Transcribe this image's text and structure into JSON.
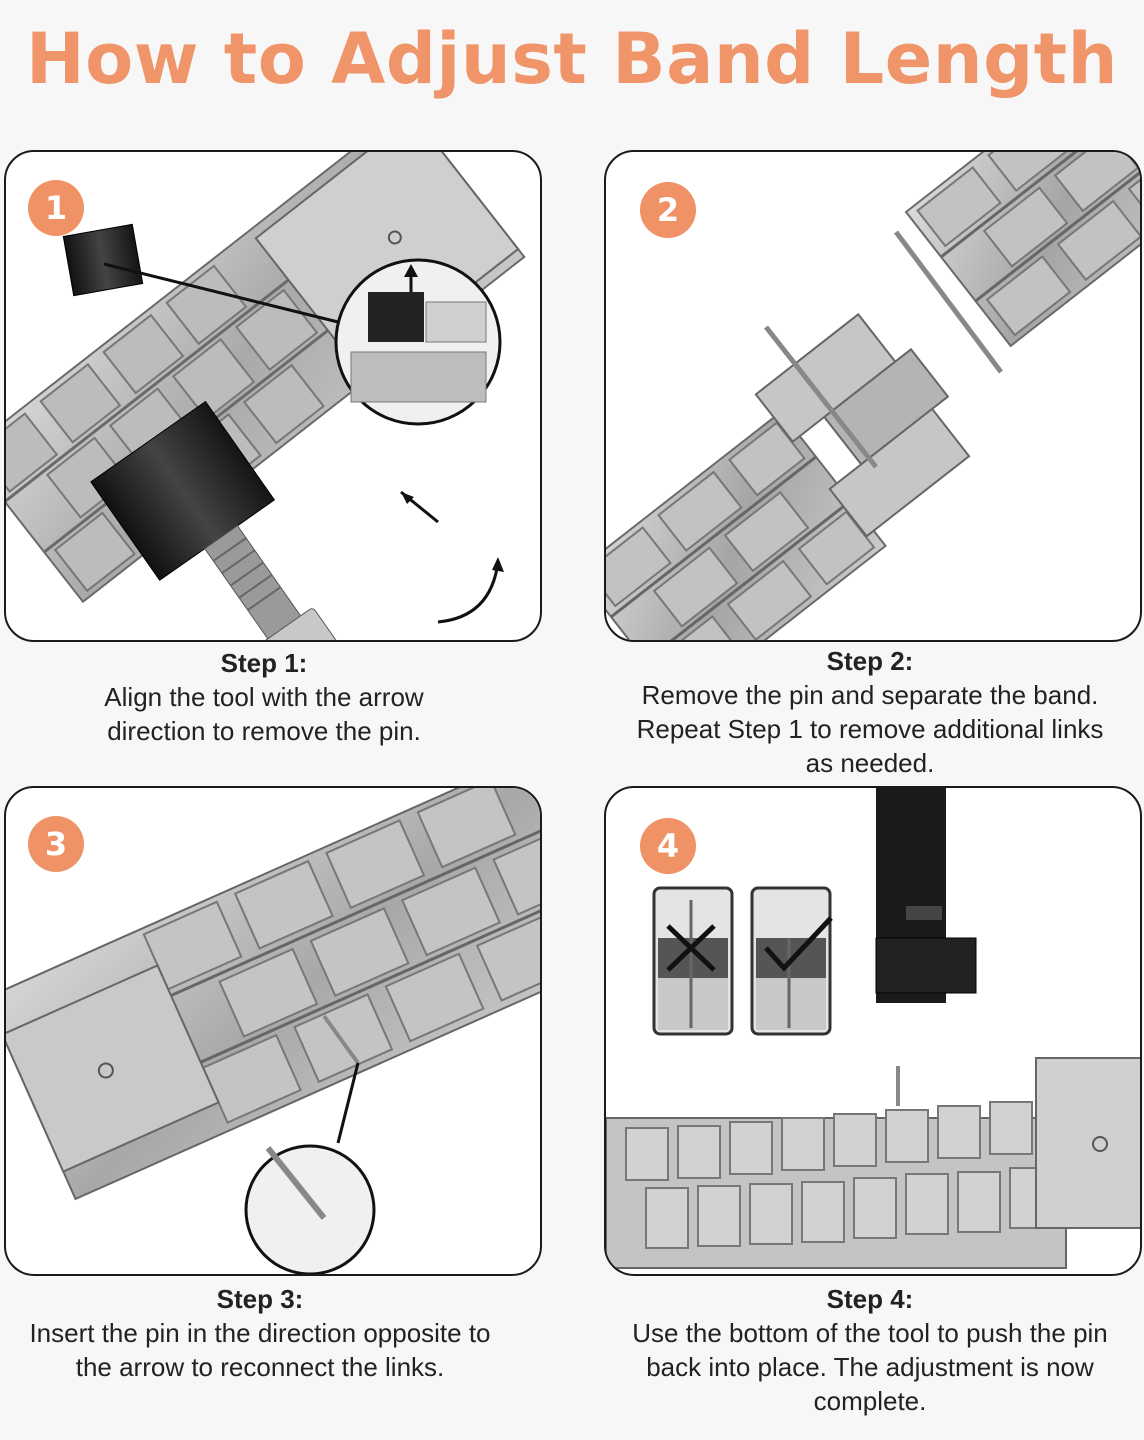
{
  "title": "How to Adjust Band Length",
  "accent_color": "#ef9266",
  "steps": [
    {
      "number": "1",
      "heading": "Step 1:",
      "text": "Align the tool with the arrow direction to remove the pin."
    },
    {
      "number": "2",
      "heading": "Step 2:",
      "text": "Remove the pin and separate the band. Repeat Step 1 to remove additional links as needed."
    },
    {
      "number": "3",
      "heading": "Step 3:",
      "text": "Insert the pin in the direction opposite to the arrow to reconnect the links."
    },
    {
      "number": "4",
      "heading": "Step 4:",
      "text": "Use the bottom of the tool to push the pin back into place. The adjustment is now complete."
    }
  ]
}
